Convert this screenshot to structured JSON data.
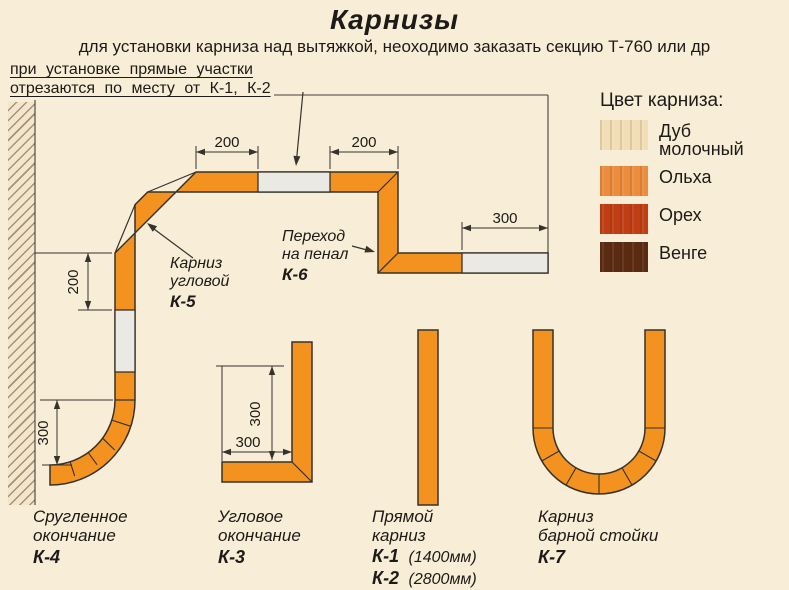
{
  "page": {
    "title": "Карнизы",
    "subtitle": "для установки карниза над вытяжкой, неоходимо  заказать секцию Т-760 или др"
  },
  "note": {
    "line1": "при установке прямые участки",
    "line2": "отрезаются по месту от К-1, К-2"
  },
  "diagram": {
    "dim_top_left": "200",
    "dim_top_right": "200",
    "dim_right": "300",
    "dim_left_upper": "200",
    "dim_left_lower": "300",
    "dim_k3_vertical": "300",
    "dim_k3_horizontal": "300",
    "k5_label": "Карниз\nугловой",
    "k5_code": "К-5",
    "k6_label": "Переход\nна пенал",
    "k6_code": "К-6"
  },
  "items": {
    "k4": {
      "name": "Сругленное\nокончание",
      "code": "К-4"
    },
    "k3": {
      "name": "Угловое\nокончание",
      "code": "К-3"
    },
    "k12": {
      "name": "Прямой\nкарниз",
      "code1": "К-1",
      "size1": "(1400мм)",
      "code2": "К-2",
      "size2": "(2800мм)"
    },
    "k7": {
      "name": "Карниз\nбарной стойки",
      "code": "К-7"
    }
  },
  "colors_panel": {
    "heading": "Цвет карниза:",
    "swatches": [
      {
        "label": "Дуб\nмолочный",
        "color": "#f1deb6"
      },
      {
        "label": "Ольха",
        "color": "#eb8c3e"
      },
      {
        "label": "Орех",
        "color": "#c03e14"
      },
      {
        "label": "Венге",
        "color": "#5a2a11"
      }
    ]
  },
  "palette": {
    "background": "#f8eed7",
    "cornice_orange": "#f3921f",
    "cut_piece_gray": "#ebe9e3",
    "line": "#36322c"
  }
}
